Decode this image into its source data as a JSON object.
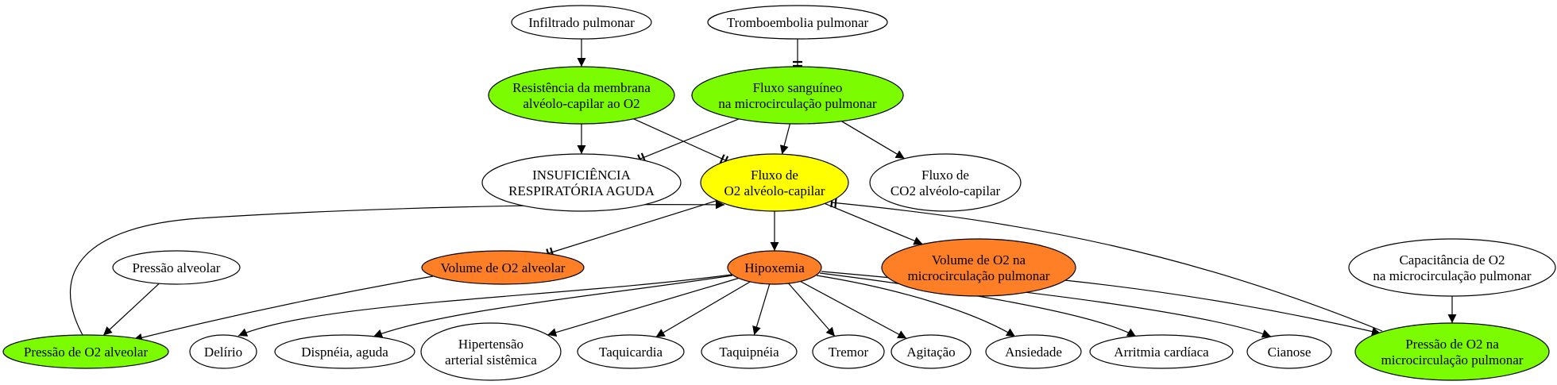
{
  "colors": {
    "green": "#7cfc00",
    "yellow": "#ffff00",
    "orange": "#ff7f27",
    "white": "#ffffff"
  },
  "nodes": [
    {
      "id": "infiltrado",
      "lines": [
        "Infiltrado pulmonar"
      ],
      "fill": "white"
    },
    {
      "id": "trombo",
      "lines": [
        "Tromboembolia pulmonar"
      ],
      "fill": "white"
    },
    {
      "id": "resistencia",
      "lines": [
        "Resistência da membrana",
        "alvéolo-capilar ao O2"
      ],
      "fill": "green"
    },
    {
      "id": "fluxo_sang",
      "lines": [
        "Fluxo sanguíneo",
        "na microcirculação pulmonar"
      ],
      "fill": "green"
    },
    {
      "id": "insuf",
      "lines": [
        "INSUFICIÊNCIA",
        "RESPIRATÓRIA AGUDA"
      ],
      "fill": "white"
    },
    {
      "id": "fluxo_o2",
      "lines": [
        "Fluxo de",
        "O2 alvéolo-capilar"
      ],
      "fill": "yellow"
    },
    {
      "id": "fluxo_co2",
      "lines": [
        "Fluxo de",
        "CO2 alvéolo-capilar"
      ],
      "fill": "white"
    },
    {
      "id": "pressao_alv",
      "lines": [
        "Pressão alveolar"
      ],
      "fill": "white"
    },
    {
      "id": "vol_o2_alv",
      "lines": [
        "Volume de O2 alveolar"
      ],
      "fill": "orange"
    },
    {
      "id": "hipoxemia",
      "lines": [
        "Hipoxemia"
      ],
      "fill": "orange"
    },
    {
      "id": "vol_o2_micro",
      "lines": [
        "Volume de O2 na",
        "microcirculação pulmonar"
      ],
      "fill": "orange"
    },
    {
      "id": "capacitancia",
      "lines": [
        "Capacitância de O2",
        "na microcirculação pulmonar"
      ],
      "fill": "white"
    },
    {
      "id": "pressao_o2_alv",
      "lines": [
        "Pressão de O2 alveolar"
      ],
      "fill": "green"
    },
    {
      "id": "delirio",
      "lines": [
        "Delírio"
      ],
      "fill": "white"
    },
    {
      "id": "dispneia",
      "lines": [
        "Dispnéia, aguda"
      ],
      "fill": "white"
    },
    {
      "id": "hipertensao",
      "lines": [
        "Hipertensão",
        "arterial sistêmica"
      ],
      "fill": "white"
    },
    {
      "id": "taquicardia",
      "lines": [
        "Taquicardia"
      ],
      "fill": "white"
    },
    {
      "id": "taquipneia",
      "lines": [
        "Taquipnéia"
      ],
      "fill": "white"
    },
    {
      "id": "tremor",
      "lines": [
        "Tremor"
      ],
      "fill": "white"
    },
    {
      "id": "agitacao",
      "lines": [
        "Agitação"
      ],
      "fill": "white"
    },
    {
      "id": "ansiedade",
      "lines": [
        "Ansiedade"
      ],
      "fill": "white"
    },
    {
      "id": "arritmia",
      "lines": [
        "Arritmia cardíaca"
      ],
      "fill": "white"
    },
    {
      "id": "cianose",
      "lines": [
        "Cianose"
      ],
      "fill": "white"
    },
    {
      "id": "pressao_o2_micro",
      "lines": [
        "Pressão de O2 na",
        "microcirculação pulmonar"
      ],
      "fill": "green"
    }
  ],
  "edges": [
    {
      "from": "infiltrado",
      "to": "resistencia",
      "head": "arrow"
    },
    {
      "from": "trombo",
      "to": "fluxo_sang",
      "head": "tee"
    },
    {
      "from": "resistencia",
      "to": "insuf",
      "head": "arrow"
    },
    {
      "from": "resistencia",
      "to": "fluxo_o2",
      "head": "tee"
    },
    {
      "from": "fluxo_sang",
      "to": "insuf",
      "head": "tee"
    },
    {
      "from": "fluxo_sang",
      "to": "fluxo_o2",
      "head": "arrow"
    },
    {
      "from": "fluxo_sang",
      "to": "fluxo_co2",
      "head": "arrow"
    },
    {
      "from": "fluxo_o2",
      "to": "vol_o2_alv",
      "head": "tee"
    },
    {
      "from": "fluxo_o2",
      "to": "hipoxemia",
      "head": "arrow"
    },
    {
      "from": "fluxo_o2",
      "to": "vol_o2_micro",
      "head": "arrow"
    },
    {
      "from": "pressao_o2_alv",
      "to": "fluxo_o2",
      "head": "arrow"
    },
    {
      "from": "pressao_o2_micro",
      "to": "fluxo_o2",
      "head": "tee"
    },
    {
      "from": "pressao_alv",
      "to": "pressao_o2_alv",
      "head": "arrow"
    },
    {
      "from": "vol_o2_alv",
      "to": "pressao_o2_alv",
      "head": "arrow"
    },
    {
      "from": "vol_o2_micro",
      "to": "pressao_o2_micro",
      "head": "arrow"
    },
    {
      "from": "capacitancia",
      "to": "pressao_o2_micro",
      "head": "arrow"
    },
    {
      "from": "hipoxemia",
      "to": "delirio",
      "head": "arrow"
    },
    {
      "from": "hipoxemia",
      "to": "dispneia",
      "head": "arrow"
    },
    {
      "from": "hipoxemia",
      "to": "hipertensao",
      "head": "arrow"
    },
    {
      "from": "hipoxemia",
      "to": "taquicardia",
      "head": "arrow"
    },
    {
      "from": "hipoxemia",
      "to": "taquipneia",
      "head": "arrow"
    },
    {
      "from": "hipoxemia",
      "to": "tremor",
      "head": "arrow"
    },
    {
      "from": "hipoxemia",
      "to": "agitacao",
      "head": "arrow"
    },
    {
      "from": "hipoxemia",
      "to": "ansiedade",
      "head": "arrow"
    },
    {
      "from": "hipoxemia",
      "to": "arritmia",
      "head": "arrow"
    },
    {
      "from": "hipoxemia",
      "to": "cianose",
      "head": "arrow"
    }
  ]
}
